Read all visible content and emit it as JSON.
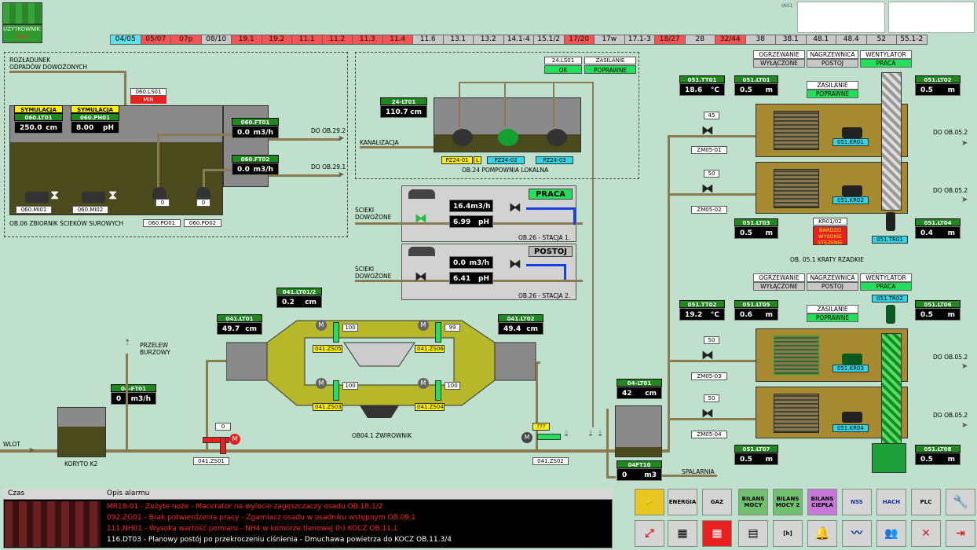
{
  "header": {
    "user_label": "UŻYTKOWNIK:",
    "user_name": "Brak",
    "version": "IAS1"
  },
  "tabs": [
    {
      "label": "04/05",
      "state": "cyan"
    },
    {
      "label": "05/07",
      "state": "red"
    },
    {
      "label": "07p",
      "state": "red"
    },
    {
      "label": "08/10",
      "state": "grey"
    },
    {
      "label": "19.1",
      "state": "red"
    },
    {
      "label": "19.2",
      "state": "red"
    },
    {
      "label": "11.1",
      "state": "red"
    },
    {
      "label": "11.2",
      "state": "red"
    },
    {
      "label": "11.3",
      "state": "red"
    },
    {
      "label": "11.4",
      "state": "red"
    },
    {
      "label": "11.6",
      "state": "grey"
    },
    {
      "label": "13.1",
      "state": "grey"
    },
    {
      "label": "13.2",
      "state": "grey"
    },
    {
      "label": "14.1-4",
      "state": "grey"
    },
    {
      "label": "15.1/2",
      "state": "grey"
    },
    {
      "label": "17/20",
      "state": "red"
    },
    {
      "label": "17w",
      "state": "grey"
    },
    {
      "label": "17.1-3",
      "state": "grey"
    },
    {
      "label": "18/27",
      "state": "red"
    },
    {
      "label": "28",
      "state": "grey"
    },
    {
      "label": "32/44",
      "state": "red"
    },
    {
      "label": "38",
      "state": "grey"
    },
    {
      "label": "38.1",
      "state": "grey"
    },
    {
      "label": "48.1",
      "state": "grey"
    },
    {
      "label": "48.4",
      "state": "grey"
    },
    {
      "label": "52",
      "state": "grey"
    },
    {
      "label": "55.1-2",
      "state": "grey"
    }
  ],
  "left": {
    "rozladunek": "ROZŁADUNEK",
    "odpadow": "ODPADÓW DOWOŻONYCH",
    "sim1": "SYMULACJA",
    "sim2": "SYMULACJA",
    "lt01_tag": "060.LT01",
    "lt01_val": "250.0",
    "lt01_unit": "cm",
    "ph01_tag": "060.PH01",
    "ph01_val": "8.00",
    "ph01_unit": "pH",
    "ls01_tag": "060.LS01",
    "ls01_state": "MIN",
    "ft01_tag": "060.FT01",
    "ft01_val": "0.0",
    "ft01_unit": "m3/h",
    "ft02_tag": "060.FT02",
    "ft02_val": "0.0",
    "ft02_unit": "m3/h",
    "do_292": "DO OB.29.2",
    "do_291": "DO OB.29.1",
    "mi01": "060.MI01",
    "mi02": "060.MI02",
    "po01": "060.PO01",
    "po02": "060.PO02",
    "po01_val": "0",
    "po02_val": "0",
    "title": "OB.06 ZBIORNIK ŚCIEKÓW SUROWYCH"
  },
  "pompownia": {
    "ls01_tag": "24.LS01",
    "ls01_state": "OK",
    "zas_label": "ZASILANIE",
    "zas_state": "POPRAWNE",
    "lt01_tag": "24-LT01",
    "lt01_val": "110.7",
    "lt01_unit": "cm",
    "kanalizacja": "KANALIZACJA",
    "pz01": "PZ24-01",
    "pz02": "PZ24-02",
    "pz03": "PZ24-03",
    "l_flag": "L",
    "title": "OB.24 POMPOWNIA LOKALNA"
  },
  "stacja1": {
    "inlet": "ŚCIEKI",
    "inlet2": "DOWOŻONE",
    "flow": "16.4",
    "flow_unit": "m3/h",
    "ph": "6.99",
    "ph_unit": "pH",
    "state": "PRACA",
    "title": "OB.26 - STACJA 1."
  },
  "stacja2": {
    "inlet": "ŚCIEKI",
    "inlet2": "DOWOŻONE",
    "flow": "0.0",
    "flow_unit": "m3/h",
    "ph": "6.41",
    "ph_unit": "pH",
    "state": "POSTOJ",
    "title": "OB.26 - STACJA 2."
  },
  "zwirownik": {
    "lt012_tag": "041.LT01/2",
    "lt012_val": "0.2",
    "lt012_unit": "cm",
    "lt01_tag": "041.LT01",
    "lt01_val": "49.7",
    "lt01_unit": "cm",
    "lt02_tag": "041.LT02",
    "lt02_val": "49.4",
    "lt02_unit": "cm",
    "zs05": "041.ZS05",
    "zs06": "041.ZS06",
    "zs03": "041.ZS03",
    "zs04": "041.ZS04",
    "zs05_val": "100",
    "zs06_val": "99",
    "zs03_val": "100",
    "zs04_val": "100",
    "title": "OB04.1 ŻWIROWNIK",
    "przelew": "PRZELEW",
    "burzowy": "BURZOWY",
    "ft01_tag": "04-FT01",
    "ft01_val": "0",
    "ft01_unit": "m3/h",
    "zs01": "041.ZS01",
    "zs01_val": "0",
    "zs02": "041.ZS02",
    "zs02_val": "???",
    "koryto": "KORYTO K2",
    "wlot": "WLOT"
  },
  "zb04": {
    "lt01_tag": "04-LT01",
    "lt01_val": "42",
    "lt01_unit": "cm",
    "ft10_tag": "04FT10",
    "ft10_val": "0",
    "ft10_unit": "m3",
    "spalarnia": "SPALARNIA"
  },
  "kraty": {
    "ogrz": "OGRZEWANIE",
    "ogrz_state": "WYŁĄCZONE",
    "nagrz": "NAGRZEWNICA",
    "nagrz_state": "POSTOJ",
    "went": "WENTYLATOR",
    "went_state": "PRACA",
    "zas": "ZASILANIE",
    "zas_state": "POPRAWNE",
    "tt01_tag": "051.TT01",
    "tt01_val": "18.6",
    "tt01_unit": "°C",
    "lt01_tag": "051.LT01",
    "lt01_val": "0.5",
    "lt01_unit": "m",
    "lt02_tag": "051.LT02",
    "lt02_val": "0.5",
    "lt02_unit": "m",
    "lt03_tag": "051.LT03",
    "lt03_val": "0.5",
    "lt03_unit": "m",
    "lt04_tag": "051.LT04",
    "lt04_val": "0.4",
    "lt04_unit": "m",
    "zm01_val": "45",
    "zm01": "ZM05-01",
    "zm02_val": "50",
    "zm02": "ZM05-02",
    "kr01": "051.KR01",
    "kr02": "051.KR02",
    "tr01": "051.TR01",
    "kr0102": "KR01/02",
    "kr0102_alarm": "BARDZO WYSOKIE STĘŻENIE",
    "do": "DO OB.05.2",
    "title": "OB. 05.1 KRATY RZADKIE",
    "ogrz2_state": "WYŁĄCZONE",
    "nagrz2_state": "POSTOJ",
    "went2_state": "PRACA",
    "tr02": "051.TR02",
    "tt02_tag": "051.TT02",
    "tt02_val": "19.2",
    "tt02_unit": "°C",
    "lt05_tag": "051.LT05",
    "lt05_val": "0.6",
    "lt05_unit": "m",
    "lt06_tag": "051.LT06",
    "lt06_val": "0.5",
    "lt06_unit": "m",
    "lt07_tag": "051.LT07",
    "lt07_val": "0.5",
    "lt07_unit": "m",
    "lt08_tag": "051.LT08",
    "lt08_val": "0.5",
    "lt08_unit": "m",
    "zm03_val": "50",
    "zm03": "ZM05-03",
    "zm04_val": "50",
    "zm04": "ZM05-04",
    "kr03": "051.KR03",
    "kr04": "051.KR04"
  },
  "alarms": {
    "col_czas": "Czas",
    "col_opis": "Opis alarmu",
    "rows": [
      {
        "text": "MR18-01 - Zużyte noże - Macerator na wylocie zagęszczaczy osadu OB.18.1/2",
        "color": "#ff2020"
      },
      {
        "text": "092.ZG01 - Brak potwierdzenia pracy - Zgarniacz osadu w osadniku wstępnym OB.09.1",
        "color": "#ff2020"
      },
      {
        "text": "111.NH01 - Wysoka wartość pomiaru - NH4 w komorze tlenowej (h) KOCZ OB.11.1",
        "color": "#ff2020"
      },
      {
        "text": "116.DT03 - Planowy postój po przekroczeniu ciśnienia - Dmuchawa powietrza do KOCZ OB.11.3/4",
        "color": "#ffffff"
      }
    ]
  },
  "toolbar": {
    "energia": "ENERGIA",
    "gaz": "GAZ",
    "bilans_mocy": "BILANS MOCY",
    "bilans_mocy2": "BILANS MOCY 2",
    "bilans_ciepla": "BILANS CIEPŁA",
    "nss": "NSS",
    "hach": "HACH",
    "plc": "PLC",
    "h": "[h]"
  }
}
